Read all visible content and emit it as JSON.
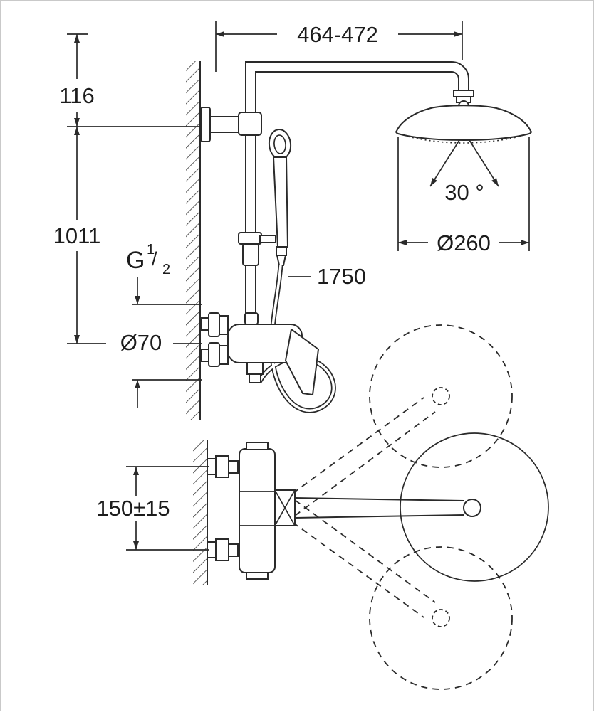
{
  "drawing": {
    "dim_width_range": "464-472",
    "dim_wall_to_bracket": "116",
    "dim_riser_height": "1011",
    "thread": {
      "prefix": "G",
      "numerator": "1",
      "slash": "/",
      "denominator": "2"
    },
    "dim_escutcheon": "Ø70",
    "dim_hose_length": "1750",
    "spray_angle": "30 °",
    "dim_head_diameter": "Ø260",
    "dim_connection_spacing": "150±15"
  },
  "colors": {
    "line": "#2a2a2a",
    "text": "#1c1c1c",
    "background": "#ffffff"
  }
}
